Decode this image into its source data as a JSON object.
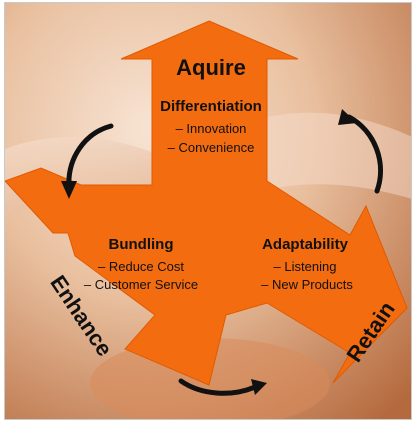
{
  "colors": {
    "arrow_orange": "#F36C10",
    "background_warm": "#E8B48A",
    "text": "#111111"
  },
  "top": {
    "title": "Aquire",
    "heading": "Differentiation",
    "items": [
      "– Innovation",
      "– Convenience"
    ]
  },
  "left": {
    "title": "Enhance",
    "heading": "Bundling",
    "items": [
      "– Reduce Cost",
      "– Customer Service"
    ]
  },
  "right": {
    "title": "Retain",
    "heading": "Adaptability",
    "items": [
      "– Listening",
      "– New Products"
    ]
  },
  "icons": [
    "curved-arrow-left-icon",
    "curved-arrow-right-icon",
    "curved-arrow-bottom-icon"
  ]
}
